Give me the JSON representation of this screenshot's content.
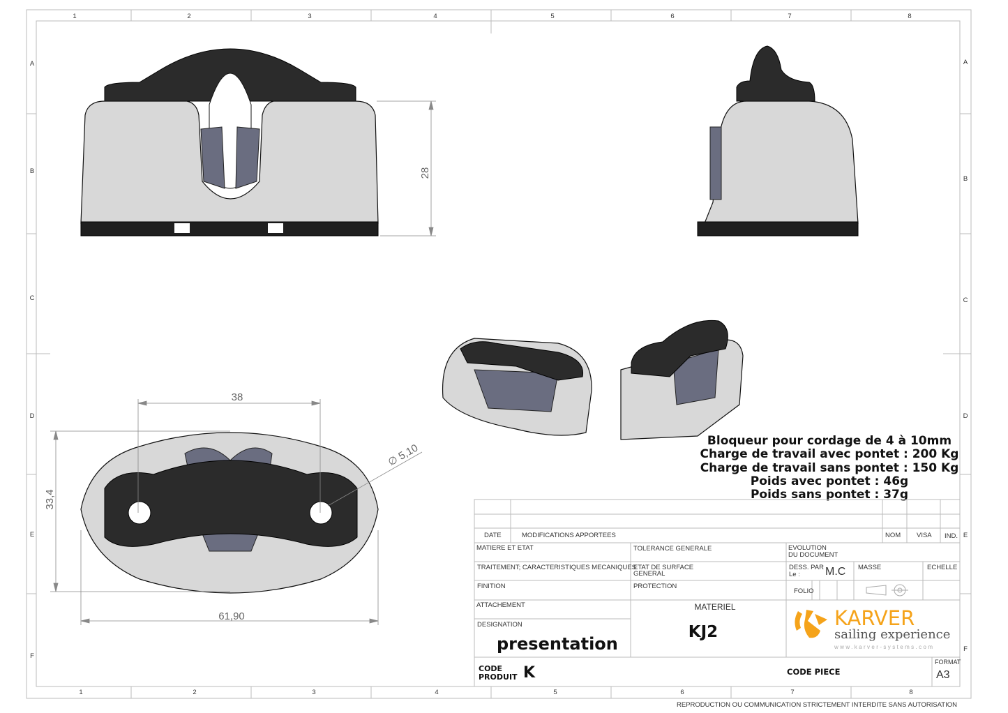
{
  "frame": {
    "columns": [
      "1",
      "2",
      "3",
      "4",
      "5",
      "6",
      "7",
      "8"
    ],
    "rows": [
      "A",
      "B",
      "C",
      "D",
      "E",
      "F"
    ]
  },
  "dimensions": {
    "height": "28",
    "hole_spacing": "38",
    "width": "33,4",
    "length": "61,90",
    "hole_diameter": "∅ 5,10"
  },
  "specs": [
    "Bloqueur pour cordage de 4 à 10mm",
    "Charge de travail avec pontet : 200 Kg",
    "Charge de travail sans pontet : 150 Kg",
    "Poids avec pontet : 46g",
    "Poids sans pontet : 37g"
  ],
  "title_block": {
    "date": "DATE",
    "modifications": "MODIFICATIONS  APPORTEES",
    "nom": "NOM",
    "visa": "VISA",
    "ind": "IND.",
    "matiere": "MATIERE ET ETAT",
    "tolerance": "TOLERANCE GENERALE",
    "evolution_1": "EVOLUTION",
    "evolution_2": "DU DOCUMENT",
    "traitement": "TRAITEMENT;  CARACTERISTIQUES MECANIQUES",
    "etat_1": "ETAT DE SURFACE",
    "etat_2": "GENERAL",
    "dess_par": "DESS. PAR",
    "le": "Le :",
    "author": "M.C",
    "masse": "MASSE",
    "echelle": "ECHELLE",
    "finition": "FINITION",
    "protection": "PROTECTION",
    "folio": "FOLIO",
    "attachement": "ATTACHEMENT",
    "materiel_label": "MATERIEL",
    "materiel_value": "KJ2",
    "designation_label": "DESIGNATION",
    "designation_value": "presentation",
    "code_produit_1": "CODE",
    "code_produit_2": "PRODUIT",
    "code_produit_value": "K",
    "code_piece": "CODE PIECE",
    "format_label": "FORMAT",
    "format_value": "A3"
  },
  "logo": {
    "brand": "KARVER",
    "tagline": "sailing experience",
    "url": "www.karver-systems.com",
    "color": "#f5a31a"
  },
  "footer": "REPRODUCTION  OU  COMMUNICATION  STRICTEMENT  INTERDITE  SANS  AUTORISATION"
}
